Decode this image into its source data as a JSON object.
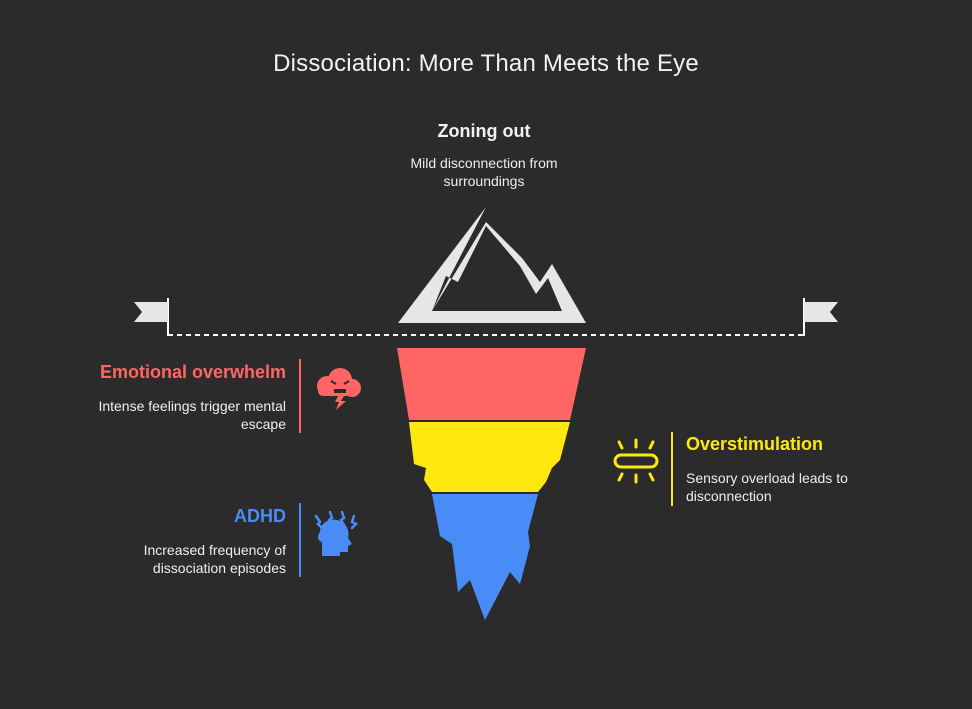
{
  "title": "Dissociation: More Than Meets the Eye",
  "top": {
    "heading": "Zoning out",
    "desc_line1": "Mild disconnection from",
    "desc_line2": "surroundings"
  },
  "layers": [
    {
      "heading": "Emotional overwhelm",
      "desc_line1": "Intense feelings trigger mental",
      "desc_line2": "escape",
      "color": "#ff6663",
      "icon": "angry-storm-cloud-icon"
    },
    {
      "heading": "Overstimulation",
      "desc_line1": "Sensory overload leads to",
      "desc_line2": "disconnection",
      "color": "#ffe80f",
      "icon": "radiating-bar-icon"
    },
    {
      "heading": "ADHD",
      "desc_line1": "Increased frequency of",
      "desc_line2": "dissociation episodes",
      "color": "#4a8cf7",
      "icon": "head-with-sparks-icon"
    }
  ],
  "colors": {
    "background": "#2b2b2b",
    "peak": "#e6e6e6",
    "flag": "#e6e6e6"
  }
}
